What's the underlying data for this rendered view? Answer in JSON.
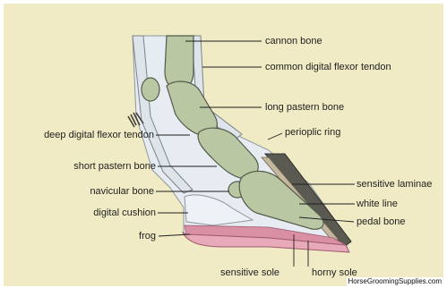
{
  "diagram": {
    "colors": {
      "background": "#f0ebc4",
      "bone": "#b9c7a3",
      "bone_outline": "#555a4a",
      "tendon": "#dde4ea",
      "soft_tissue": "#e6ecf2",
      "sole_pink": "#e8a9b8",
      "hoof_wall": "#5a5a52",
      "leader_line": "#1e1e1e"
    },
    "labels": {
      "cannon_bone": "cannon bone",
      "common_digital_flexor_tendon": "common digital flexor tendon",
      "long_pastern_bone": "long pastern bone",
      "deep_digital_flexor_tendon": "deep digital flexor tendon",
      "perioplic_ring": "perioplic ring",
      "short_pastern_bone": "short pastern bone",
      "sensitive_laminae": "sensitive laminae",
      "navicular_bone": "navicular bone",
      "white_line": "white line",
      "digital_cushion": "digital cushion",
      "pedal_bone": "pedal bone",
      "frog": "frog",
      "sensitive_sole": "sensitive sole",
      "horny_sole": "horny sole"
    },
    "credit": "HorseGroomingSupplies.com"
  }
}
